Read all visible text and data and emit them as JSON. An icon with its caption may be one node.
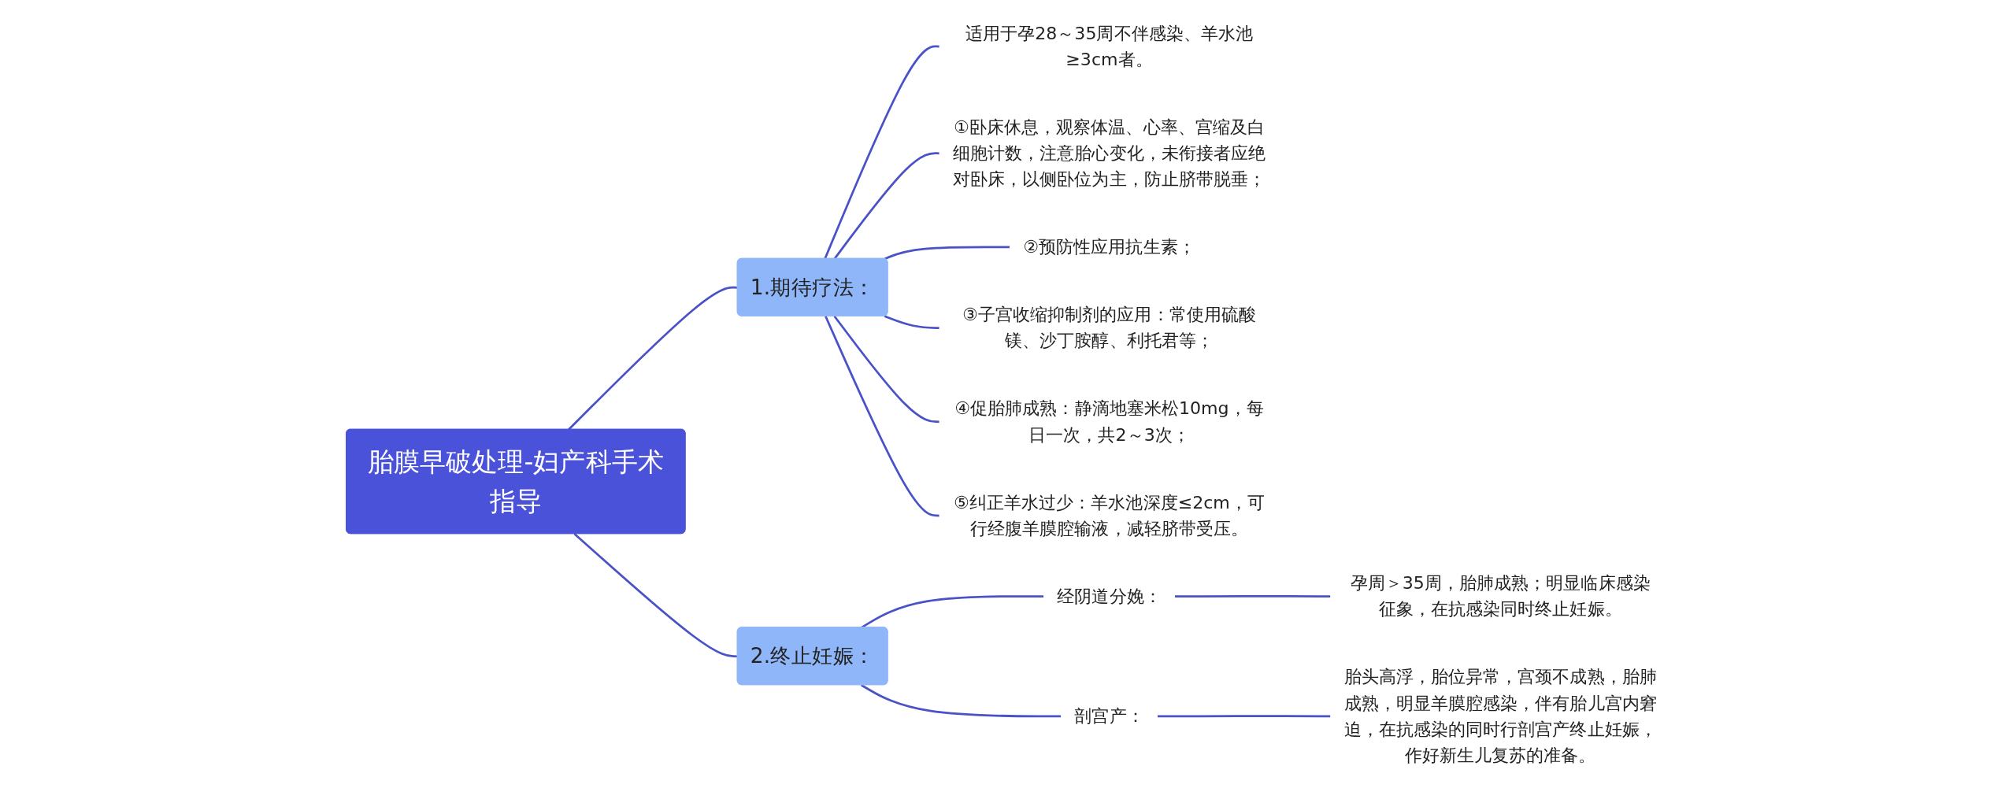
{
  "diagram": {
    "nodes": [
      {
        "text": [
          "胎膜早破处理-妇产科手术指导"
        ]
      },
      {
        "text": [
          "1.期待疗法："
        ]
      },
      {
        "text": [
          "适用于孕28～35周不伴感染、羊水池≥3cm者。"
        ]
      },
      {
        "text": [
          "①卧床休息，观察体温、心率、宫缩及白细胞计数，注意胎心变化，未衔接者应绝对卧床，以侧卧位为主，防止脐带脱垂；"
        ]
      },
      {
        "text": [
          "②预防性应用抗生素；"
        ]
      },
      {
        "text": [
          "③子宫收缩抑制剂的应用：常使用硫酸镁、沙丁胺醇、利托君等；"
        ]
      },
      {
        "text": [
          "④促胎肺成熟：静滴地塞米松10mg，每日一次，共2～3次；"
        ]
      },
      {
        "text": [
          "⑤纠正羊水过少：羊水池深度≤2cm，可行经腹羊膜腔输液，减轻脐带受压。"
        ]
      },
      {
        "text": [
          "2.终止妊娠："
        ]
      },
      {
        "text": [
          "经阴道分娩："
        ]
      },
      {
        "text": [
          "孕周＞35周，胎肺成熟；明显临床感染征象，在抗感染同时终止妊娠。"
        ]
      },
      {
        "text": [
          "剖宫产："
        ]
      },
      {
        "text": [
          "胎头高浮，胎位异常，宫颈不成熟，胎肺成熟，明显羊膜腔感染，伴有胎儿宫内窘迫，在抗感染的同时行剖宫产终止妊娠，作好新生儿复苏的准备。"
        ]
      }
    ],
    "edges": [
      {
        "from": 0,
        "to": 1,
        "arrow": "none"
      },
      {
        "from": 1,
        "to": 2,
        "arrow": "none"
      },
      {
        "from": 1,
        "to": 3,
        "arrow": "none"
      },
      {
        "from": 1,
        "to": 4,
        "arrow": "none"
      },
      {
        "from": 1,
        "to": 5,
        "arrow": "none"
      },
      {
        "from": 1,
        "to": 6,
        "arrow": "none"
      },
      {
        "from": 1,
        "to": 7,
        "arrow": "none"
      },
      {
        "from": 0,
        "to": 8,
        "arrow": "none"
      },
      {
        "from": 8,
        "to": 9,
        "arrow": "none"
      },
      {
        "from": 9,
        "to": 10,
        "arrow": "none"
      },
      {
        "from": 8,
        "to": 11,
        "arrow": "none"
      },
      {
        "from": 11,
        "to": 12,
        "arrow": "none"
      }
    ]
  }
}
